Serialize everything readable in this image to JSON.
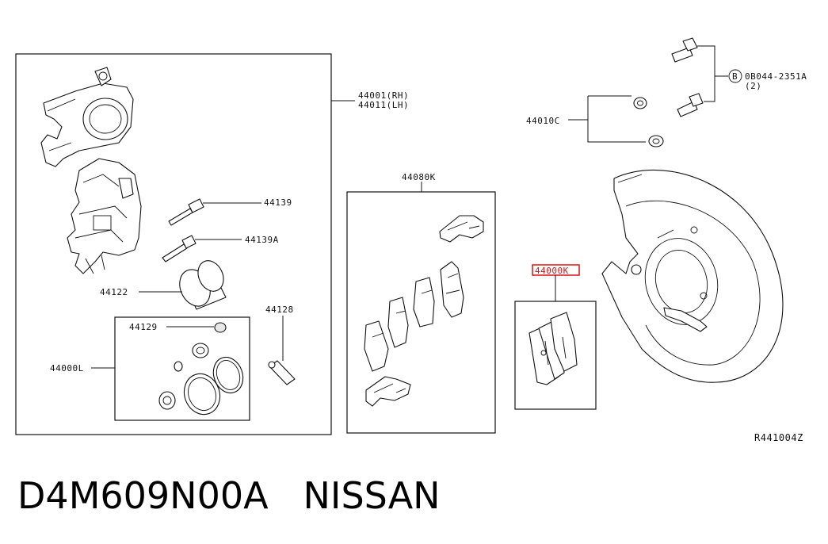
{
  "labels": {
    "caliper_rh": "44001(RH)",
    "caliper_lh": "44011(LH)",
    "pin_bolt_1": "44139",
    "pin_bolt_2": "44139A",
    "piston": "44122",
    "bleeder": "44128",
    "boot": "44129",
    "seal_kit": "44000L",
    "hardware_kit": "44080K",
    "pad_kit": "44000K",
    "washer": "44010C",
    "bolt_ref": "0B044-2351A",
    "bolt_qty": "(2)",
    "bolt_marker": "B",
    "drawing_code": "R441004Z"
  },
  "highlight_color": "#e02020",
  "title": {
    "part_number": "D4M609N00A",
    "brand": "NISSAN"
  }
}
